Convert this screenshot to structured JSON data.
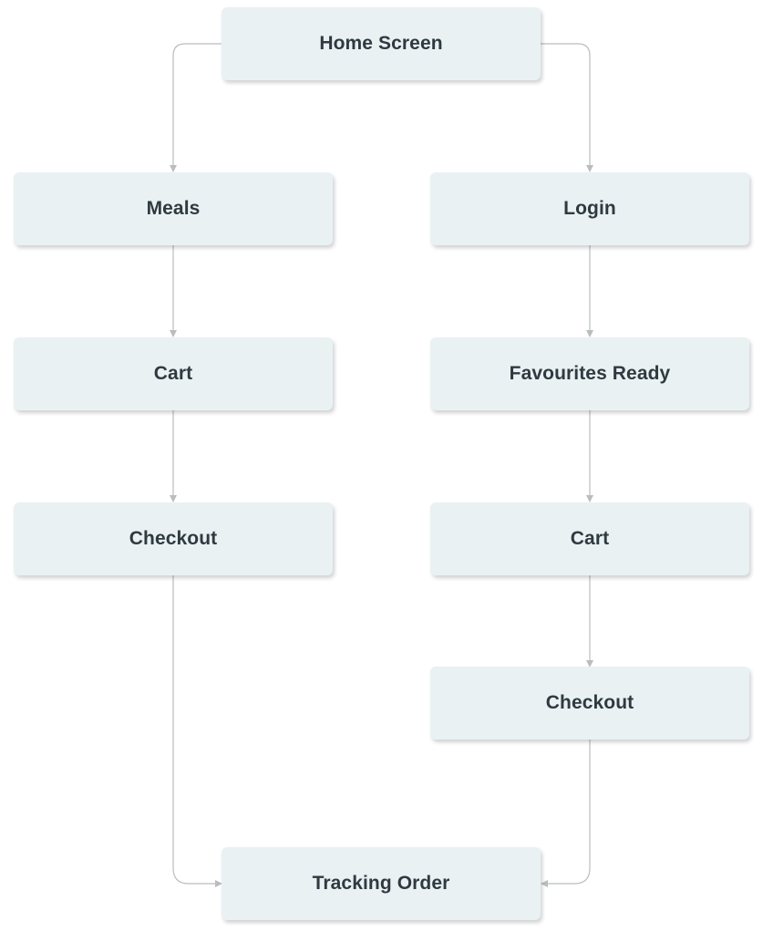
{
  "diagram": {
    "nodes": {
      "home": "Home Screen",
      "meals": "Meals",
      "cart_left": "Cart",
      "checkout_left": "Checkout",
      "login": "Login",
      "favourites": "Favourites Ready",
      "cart_right": "Cart",
      "checkout_right": "Checkout",
      "tracking": "Tracking Order"
    },
    "edges": [
      [
        "home",
        "meals"
      ],
      [
        "home",
        "login"
      ],
      [
        "meals",
        "cart_left"
      ],
      [
        "cart_left",
        "checkout_left"
      ],
      [
        "checkout_left",
        "tracking"
      ],
      [
        "login",
        "favourites"
      ],
      [
        "favourites",
        "cart_right"
      ],
      [
        "cart_right",
        "checkout_right"
      ],
      [
        "checkout_right",
        "tracking"
      ]
    ]
  },
  "colors": {
    "node_fill": "#e9f1f3",
    "node_text": "#2f3a40",
    "connector": "#b9bdbf"
  }
}
